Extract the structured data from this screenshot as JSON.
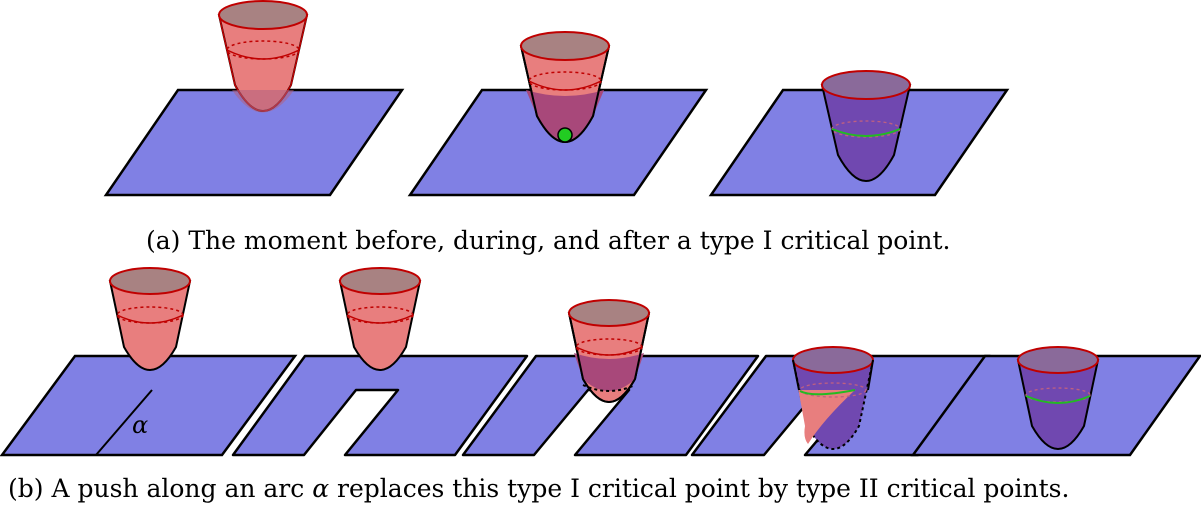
{
  "captions": {
    "a": "(a) The moment before, during, and after a type I critical point.",
    "b_before": "(b) A push along an arc ",
    "b_symbol": "α",
    "b_after": " replaces this type I critical point by type II critical points."
  },
  "labels": {
    "arc": "α"
  },
  "colors": {
    "plane_fill": "#8080e4",
    "plane_stroke": "#000000",
    "cup_fill": "#e87e7e",
    "cup_stroke": "#c00000",
    "cup_top": "#a88282",
    "cup_inside": "#96508f",
    "cup_submerged": "#7048b0",
    "critical_point": "#22cc22",
    "intersection": "#22bb22"
  }
}
